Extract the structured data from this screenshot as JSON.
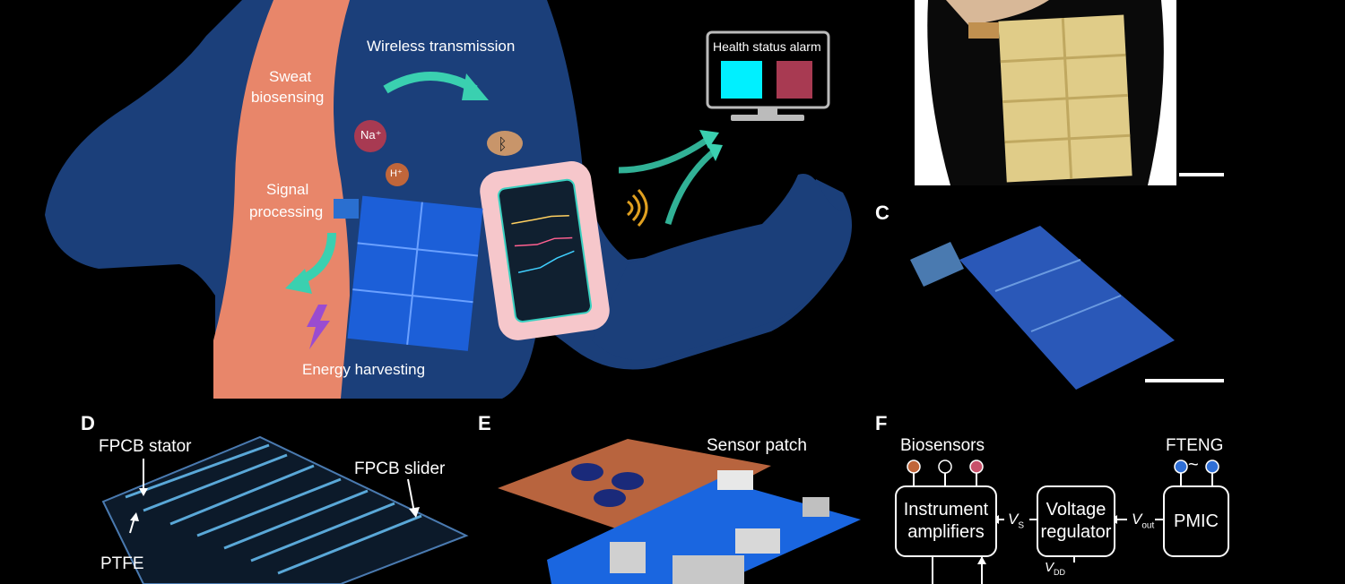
{
  "panel_a": {
    "labels": {
      "sweat": "Sweat",
      "biosensing": "biosensing",
      "wireless": "Wireless transmission",
      "signal": "Signal",
      "processing": "processing",
      "energy": "Energy harvesting",
      "na_ion": "Na⁺",
      "h_ion": "H⁺"
    },
    "monitor": {
      "title": "Health status alarm",
      "indicator_colors": [
        "#00f0ff",
        "#a83a52"
      ]
    }
  },
  "panel_c": {
    "letter": "C"
  },
  "panel_d": {
    "letter": "D",
    "labels": {
      "stator": "FPCB stator",
      "slider": "FPCB slider",
      "ptfe": "PTFE"
    }
  },
  "panel_e": {
    "letter": "E",
    "labels": {
      "patch": "Sensor patch"
    }
  },
  "panel_f": {
    "letter": "F",
    "labels": {
      "biosensors": "Biosensors",
      "fteng": "FTENG",
      "amp_line1": "Instrument",
      "amp_line2": "amplifiers",
      "vreg_line1": "Voltage",
      "vreg_line2": "regulator",
      "pmic": "PMIC",
      "vs": "V",
      "vs_sub": "S",
      "vout": "V",
      "vout_sub": "out",
      "vdd": "V",
      "vdd_sub": "DD",
      "tilde": "~"
    },
    "sensor_colors": [
      "#c0663a",
      "#000000",
      "#c8506a"
    ],
    "fteng_color": "#2f6fd6"
  }
}
